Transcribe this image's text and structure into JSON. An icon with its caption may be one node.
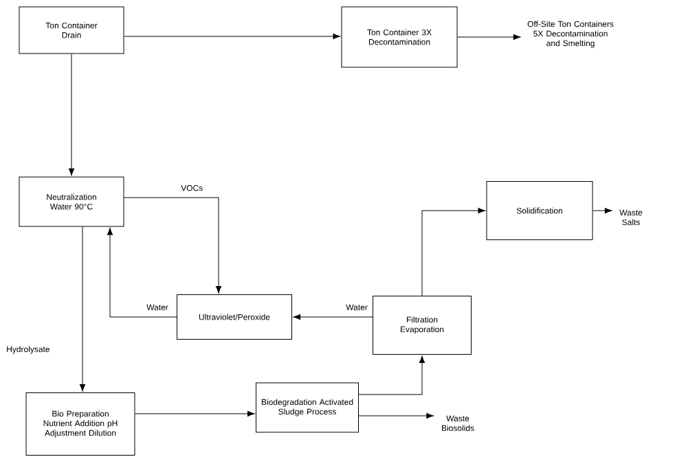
{
  "diagram": {
    "nodes": [
      {
        "text": [
          "Ton Container Drain"
        ]
      },
      {
        "text": [
          "Ton Container 3X Decontamination"
        ]
      },
      {
        "text": [
          "Off-Site Ton Containers 5X Decontamination and Smelting"
        ]
      },
      {
        "text": [
          "Neutralization Water 90°C"
        ]
      },
      {
        "text": [
          "Solidification"
        ]
      },
      {
        "text": [
          "Waste Salts"
        ]
      },
      {
        "text": [
          "Ultraviolet/Peroxide"
        ]
      },
      {
        "text": [
          "Filtration Evaporation"
        ]
      },
      {
        "text": [
          "Bio Preparation Nutrient Addition pH Adjustment Dilution"
        ]
      },
      {
        "text": [
          "Biodegradation Activated Sludge Process"
        ]
      },
      {
        "text": [
          "Waste Biosolids"
        ]
      }
    ],
    "edges": [
      {
        "from": 0,
        "to": 1,
        "arrow": "to"
      },
      {
        "from": 1,
        "to": 2,
        "arrow": "to"
      },
      {
        "from": 0,
        "to": 3,
        "arrow": "to"
      },
      {
        "from": 3,
        "to": 6,
        "arrow": "to",
        "label": "VOCs"
      },
      {
        "from": 6,
        "to": 3,
        "arrow": "to",
        "label": "Water"
      },
      {
        "from": 3,
        "to": 8,
        "arrow": "to",
        "label": "Hydrolysate"
      },
      {
        "from": 8,
        "to": 9,
        "arrow": "to"
      },
      {
        "from": 9,
        "to": 10,
        "arrow": "to"
      },
      {
        "from": 9,
        "to": 7,
        "arrow": "to"
      },
      {
        "from": 7,
        "to": 6,
        "arrow": "to",
        "label": "Water"
      },
      {
        "from": 7,
        "to": 4,
        "arrow": "to"
      },
      {
        "from": 4,
        "to": 5,
        "arrow": "to"
      }
    ]
  }
}
